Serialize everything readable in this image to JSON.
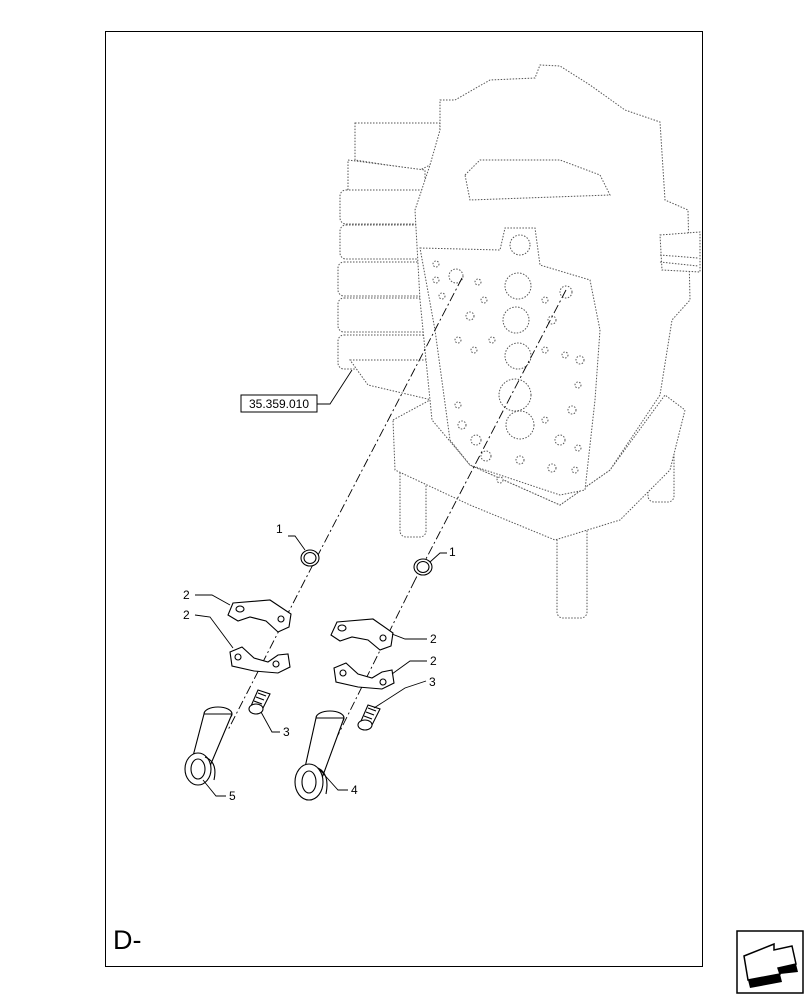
{
  "diagram": {
    "section_label": "D-",
    "reference_label": "35.359.010",
    "callouts": [
      {
        "id": "1a",
        "text": "1"
      },
      {
        "id": "1b",
        "text": "1"
      },
      {
        "id": "2a",
        "text": "2"
      },
      {
        "id": "2b",
        "text": "2"
      },
      {
        "id": "2c",
        "text": "2"
      },
      {
        "id": "2d",
        "text": "2"
      },
      {
        "id": "3a",
        "text": "3"
      },
      {
        "id": "3b",
        "text": "3"
      },
      {
        "id": "4",
        "text": "4"
      },
      {
        "id": "5",
        "text": "5"
      }
    ]
  },
  "navigation": {
    "icon": "next-page-arrow-icon"
  }
}
